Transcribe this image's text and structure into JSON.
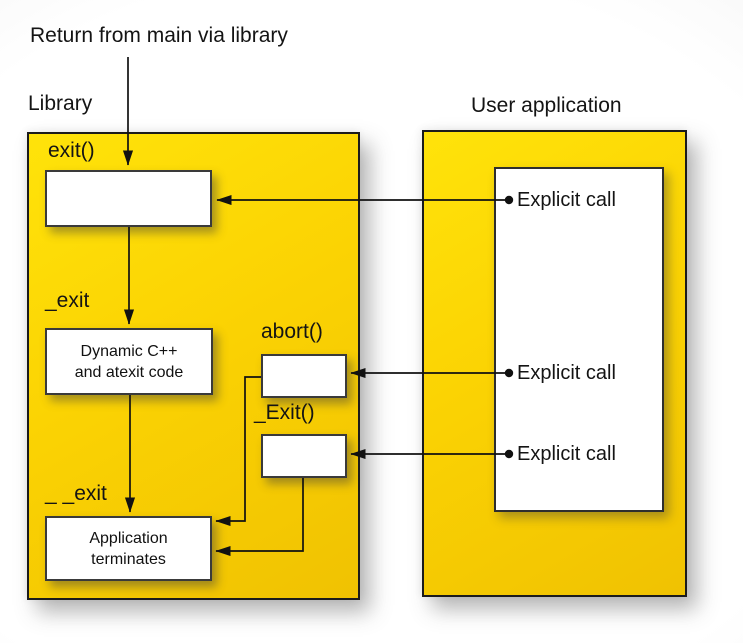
{
  "title": "Return from main via library",
  "library": {
    "label": "Library",
    "exit_label": "exit()",
    "underscore_exit_label": "_exit",
    "dynamic_box_line1": "Dynamic C++",
    "dynamic_box_line2": "and atexit code",
    "abort_label": "abort()",
    "cap_exit_label": "_Exit()",
    "double_underscore_exit_label": "_ _exit",
    "terminate_box_line1": "Application",
    "terminate_box_line2": "terminates"
  },
  "user_application": {
    "label": "User application",
    "explicit_calls": [
      "Explicit call",
      "Explicit call",
      "Explicit call"
    ]
  },
  "colors": {
    "panel_yellow": "#FBD303",
    "panel_border": "#1B1B1B",
    "box_border": "#3A3A3A",
    "line_color": "#111111"
  }
}
